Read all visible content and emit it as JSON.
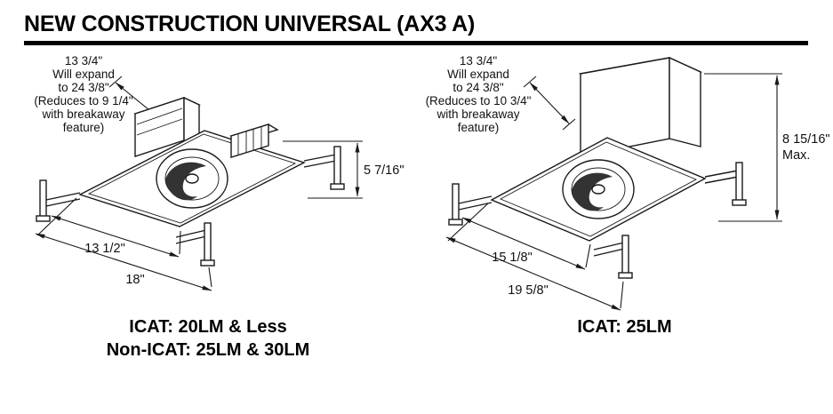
{
  "header": {
    "title": "NEW CONSTRUCTION UNIVERSAL (AX3 A)"
  },
  "figures": {
    "left": {
      "note": [
        "13 3/4\"",
        "Will expand",
        "to 24 3/8\"",
        "(Reduces to 9 1/4\"",
        "with breakaway",
        "feature)"
      ],
      "height_dim": "5 7/16\"",
      "inner_width_dim": "13 1/2\"",
      "outer_width_dim": "18\"",
      "caption": [
        "ICAT: 20LM & Less",
        "Non-ICAT: 25LM & 30LM"
      ]
    },
    "right": {
      "note": [
        "13 3/4\"",
        "Will expand",
        "to 24 3/8\"",
        "(Reduces to 10 3/4\"",
        "with breakaway",
        "feature)"
      ],
      "height_dim": "8 15/16\"",
      "height_dim_suffix": "Max.",
      "inner_width_dim": "15 1/8\"",
      "outer_width_dim": "19 5/8\"",
      "caption": [
        "ICAT: 25LM"
      ]
    }
  }
}
